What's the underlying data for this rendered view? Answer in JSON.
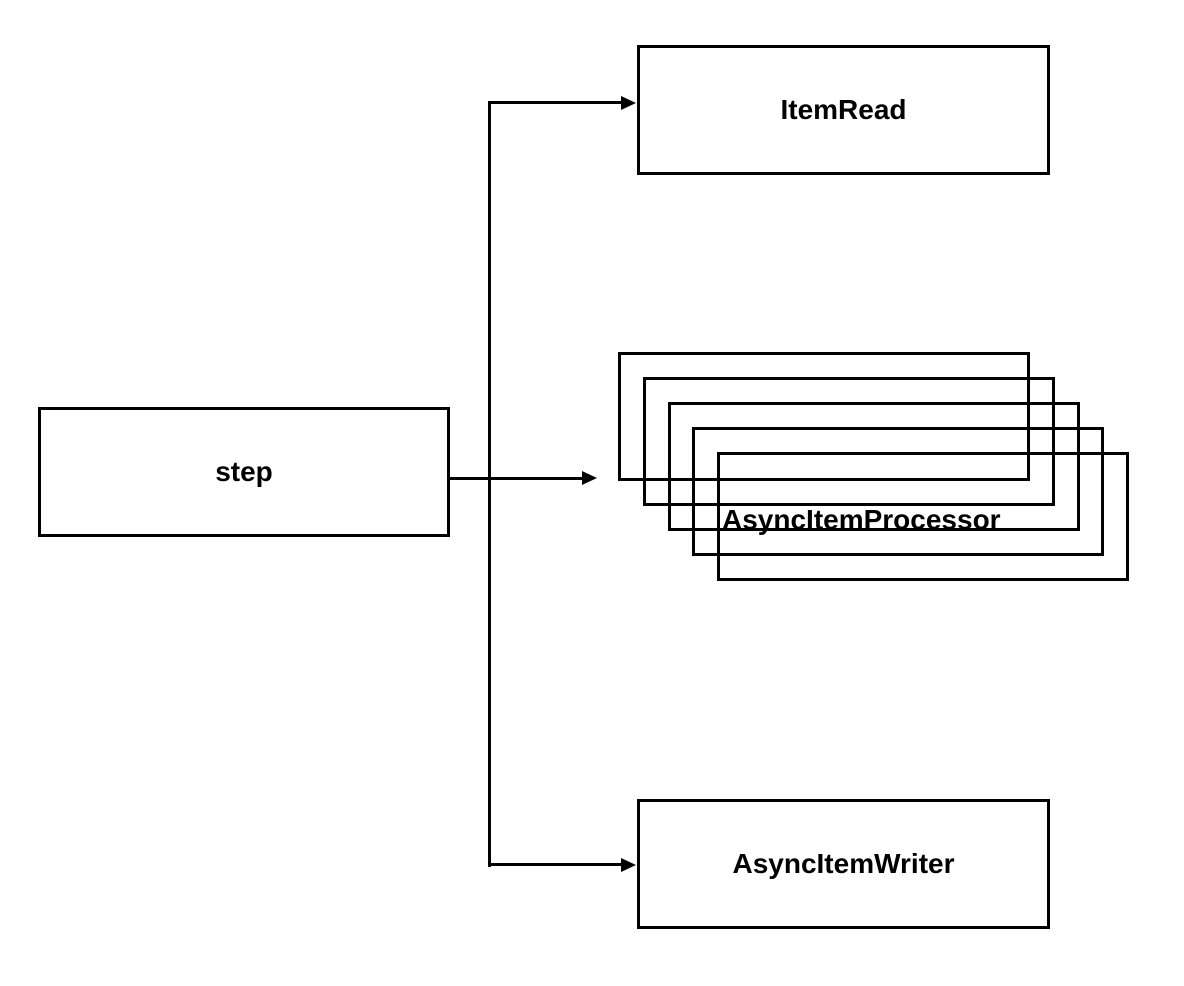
{
  "colors": {
    "background": "#ffffff",
    "stroke": "#000000",
    "text": "#000000"
  },
  "nodes": {
    "step": {
      "label": "step"
    },
    "reader": {
      "label": "ItemRead"
    },
    "processor": {
      "label": "AsyncItemProcessor",
      "stack_count": 5
    },
    "writer": {
      "label": "AsyncItemWriter"
    }
  },
  "edges": [
    {
      "from": "step",
      "to": "ItemRead",
      "arrow": "right"
    },
    {
      "from": "step",
      "to": "AsyncItemProcessor",
      "arrow": "right"
    },
    {
      "from": "step",
      "to": "AsyncItemWriter",
      "arrow": "right"
    }
  ]
}
